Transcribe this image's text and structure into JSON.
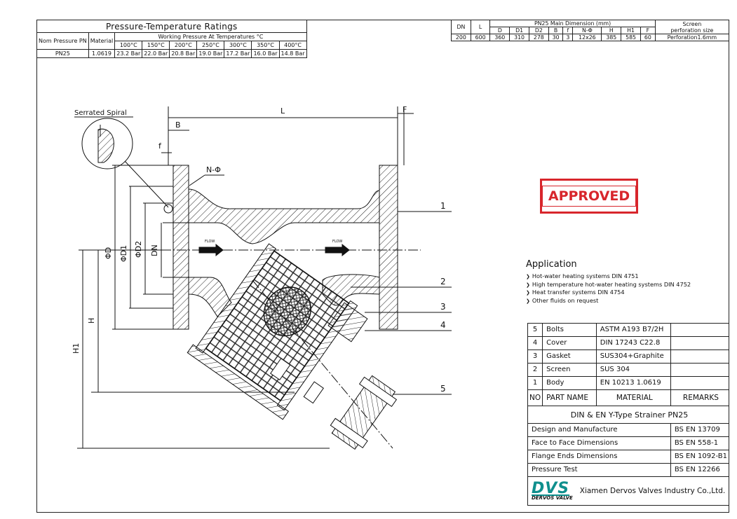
{
  "pt_table": {
    "title": "Pressure-Temperature Ratings",
    "nom_label": "Nom Pressure PN",
    "material_label": "Material",
    "working_label": "Working Pressure At Temperatures °C",
    "pn": "PN25",
    "material": "1.0619",
    "temperatures": [
      "100°C",
      "150°C",
      "200°C",
      "250°C",
      "300°C",
      "350°C",
      "400°C"
    ],
    "pressures": [
      "23.2 Bar",
      "22.0 Bar",
      "20.8 Bar",
      "19.0 Bar",
      "17.2 Bar",
      "16.0 Bar",
      "14.8 Bar"
    ]
  },
  "dim_table": {
    "dn_label": "DN",
    "l_label": "L",
    "group_label": "PN25 Main Dimension (mm)",
    "screen_label_1": "Screen",
    "screen_label_2": "perforation size",
    "columns": [
      "D",
      "D1",
      "D2",
      "B",
      "f",
      "N-Φ",
      "H",
      "H1",
      "F"
    ],
    "dn": "200",
    "l": "600",
    "values": [
      "360",
      "310",
      "278",
      "30",
      "3",
      "12x26",
      "385",
      "585",
      "60"
    ],
    "screen": "Perforation1.6mm"
  },
  "stamp": {
    "text": "APPROVED",
    "color": "#d8262c"
  },
  "application": {
    "heading": "Application",
    "items": [
      "Hot-water heating systems DIN 4751",
      "High temperature hot-water heating systems DIN 4752",
      "Heat transfer systems DIN 4754",
      "Other fluids on request"
    ]
  },
  "parts": {
    "rows": [
      {
        "no": "5",
        "name": "Bolts",
        "material": "ASTM A193 B7/2H",
        "remarks": ""
      },
      {
        "no": "4",
        "name": "Cover",
        "material": "DIN 17243 C22.8",
        "remarks": ""
      },
      {
        "no": "3",
        "name": "Gasket",
        "material": "SUS304+Graphite",
        "remarks": ""
      },
      {
        "no": "2",
        "name": "Screen",
        "material": "SUS 304",
        "remarks": ""
      },
      {
        "no": "1",
        "name": "Body",
        "material": "EN 10213 1.0619",
        "remarks": ""
      }
    ],
    "header": {
      "no": "NO",
      "name": "PART NAME",
      "material": "MATERIAL",
      "remarks": "REMARKS"
    },
    "title": "DIN & EN Y-Type Strainer PN25",
    "standards": [
      {
        "label": "Design and Manufacture",
        "value": "BS EN 13709"
      },
      {
        "label": "Face to Face Dimensions",
        "value": "BS EN 558-1"
      },
      {
        "label": "Flange Ends Dimensions",
        "value": "BS EN 1092-B1"
      },
      {
        "label": "Pressure Test",
        "value": "BS EN 12266"
      }
    ],
    "logo_mark": "DVS",
    "logo_sub": "DERVOS VALVE",
    "company": "Xiamen Dervos Valves Industry Co.,Ltd."
  },
  "drawing": {
    "serrated_label": "Serrated Spiral",
    "dim_L": "L",
    "dim_F": "F",
    "dim_B": "B",
    "dim_f": "f",
    "dim_N": "N-Φ",
    "dim_D": "ΦD",
    "dim_D1": "ΦD1",
    "dim_D2": "ΦD2",
    "dim_DN": "DN",
    "dim_H": "H",
    "dim_H1": "H1",
    "flow_label": "FLOW",
    "callouts": [
      "1",
      "2",
      "3",
      "4",
      "5"
    ],
    "line_color": "#111111"
  }
}
